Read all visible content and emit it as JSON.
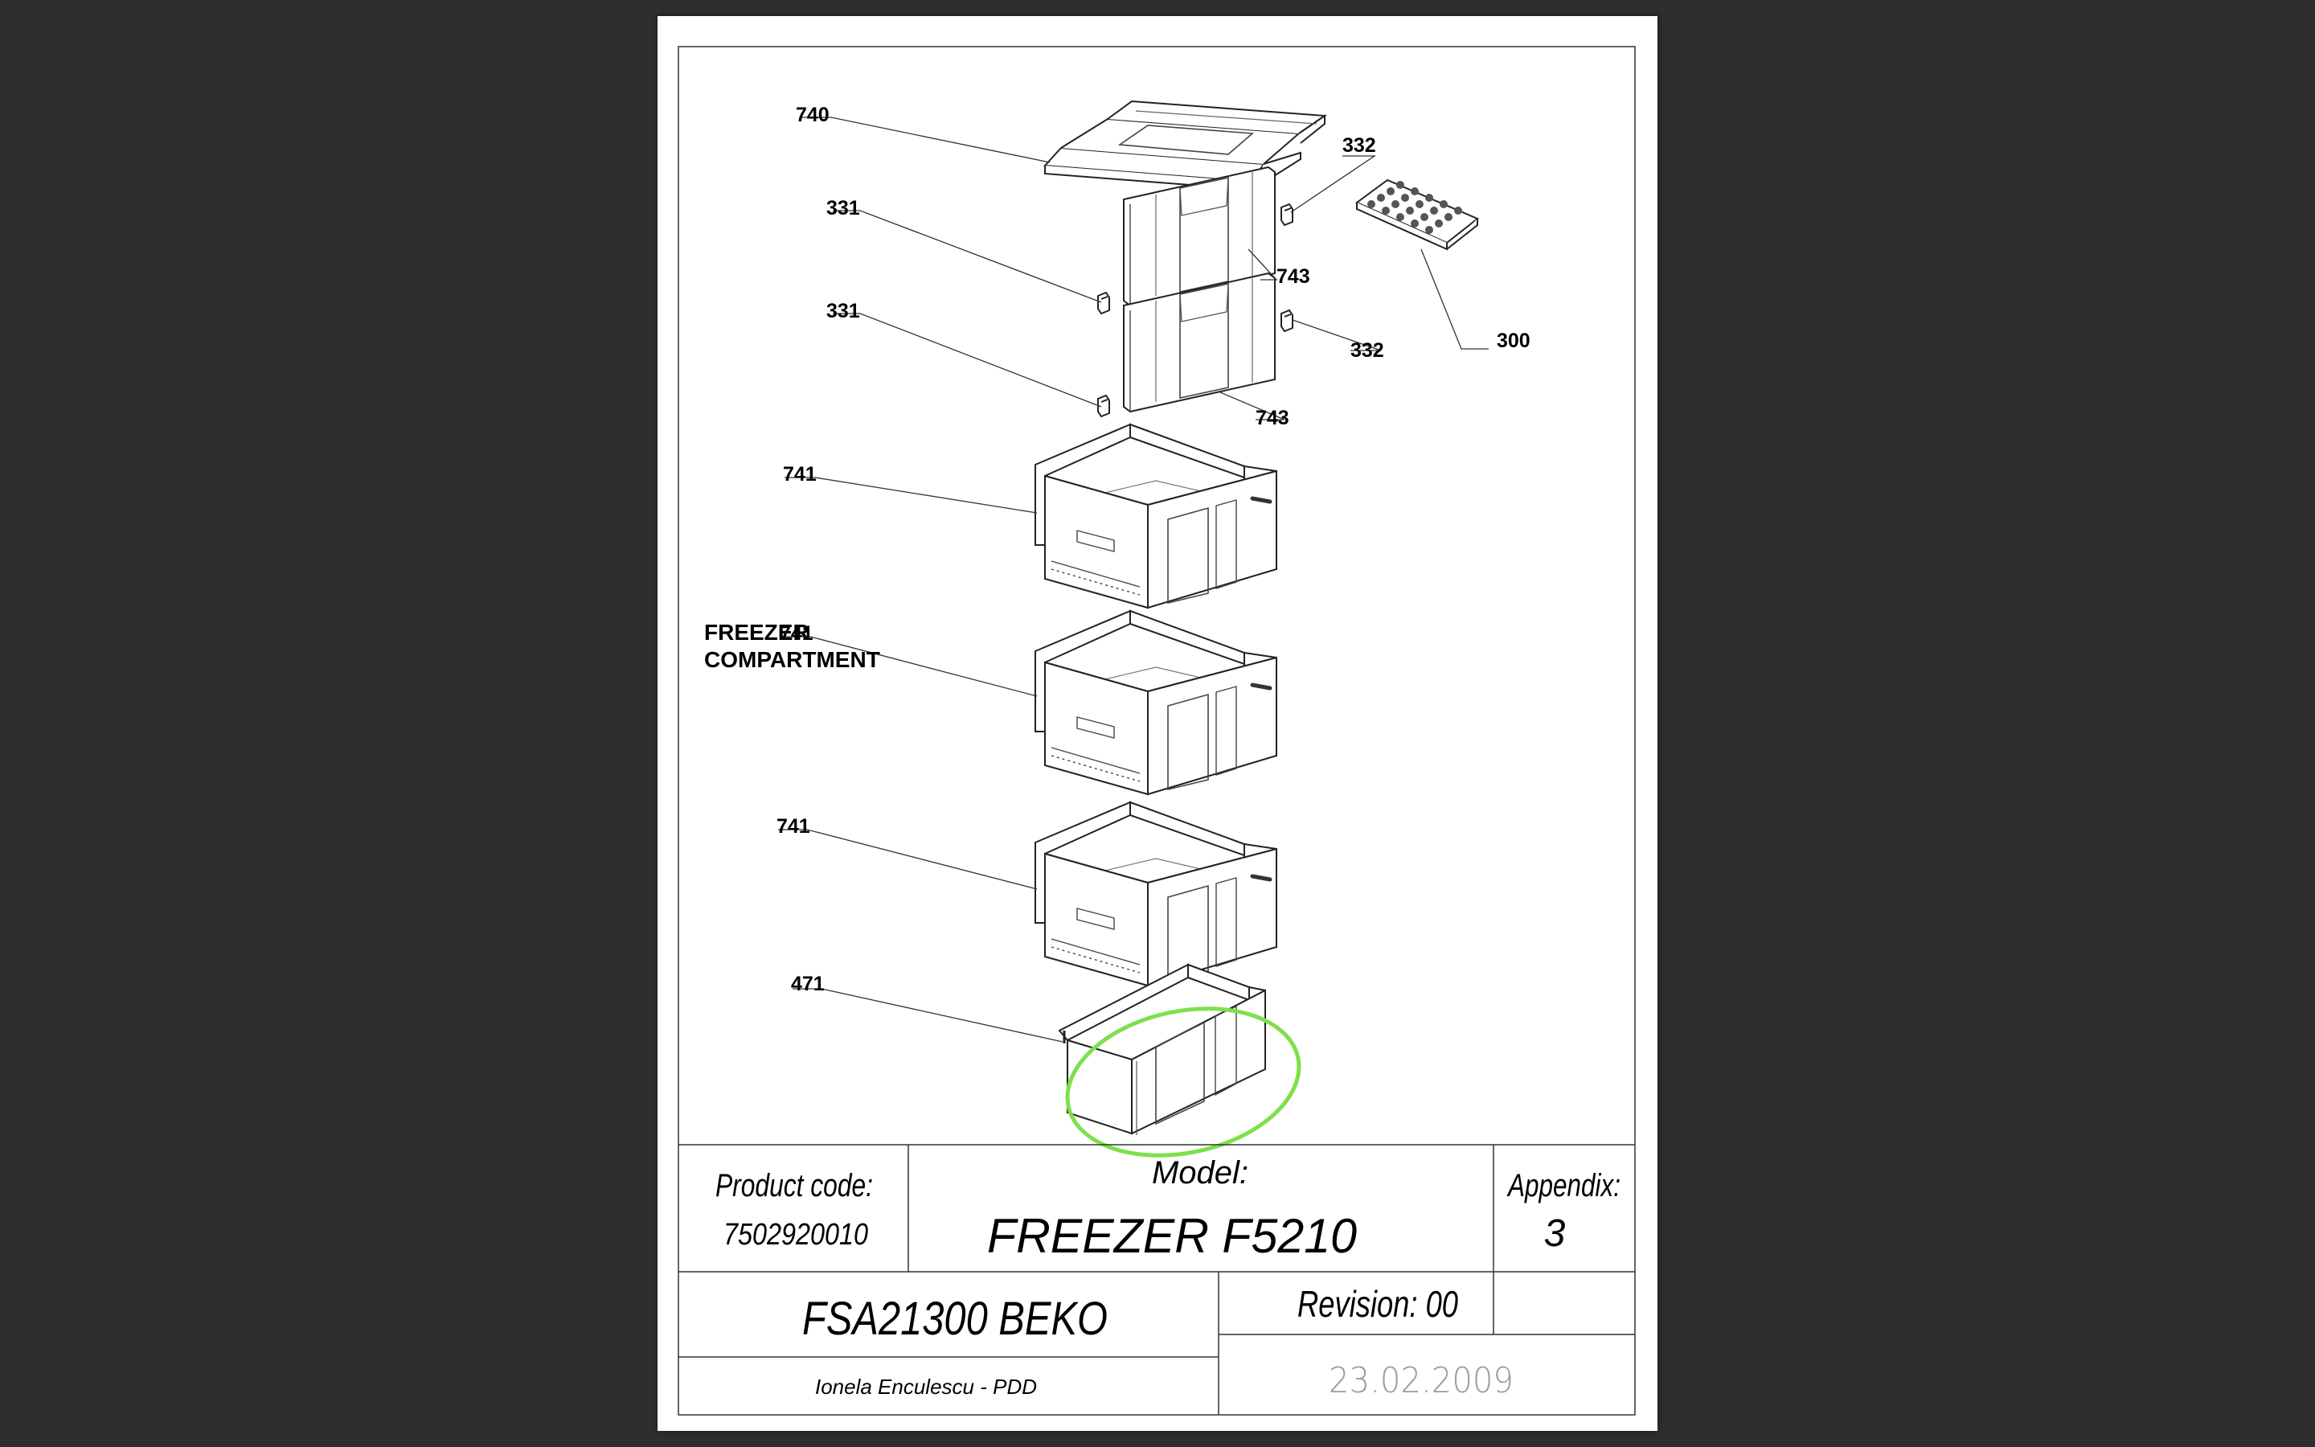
{
  "sheet": {
    "labels": {
      "p740": "740",
      "p331_top": "331",
      "p331_bottom": "331",
      "p332_top": "332",
      "p332_bottom": "332",
      "p743_top": "743",
      "p743_bottom": "743",
      "p300": "300",
      "p741_1": "741",
      "p741_2": "741",
      "p741_3": "741",
      "p471": "471"
    },
    "section_line1": "FREEZER",
    "section_line2": "COMPARTMENT",
    "highlight_color": "#7ee04a",
    "title_block": {
      "product_code_label": "Product code:",
      "product_code_value": "7502920010",
      "model_label": "Model:",
      "model_value": "FREEZER F5210",
      "appendix_label": "Appendix:",
      "appendix_value": "3",
      "product_name": "FSA21300 BEKO",
      "revision": "Revision: 00",
      "author": "Ionela Enculescu - PDD",
      "date": "23.02.2009"
    }
  }
}
